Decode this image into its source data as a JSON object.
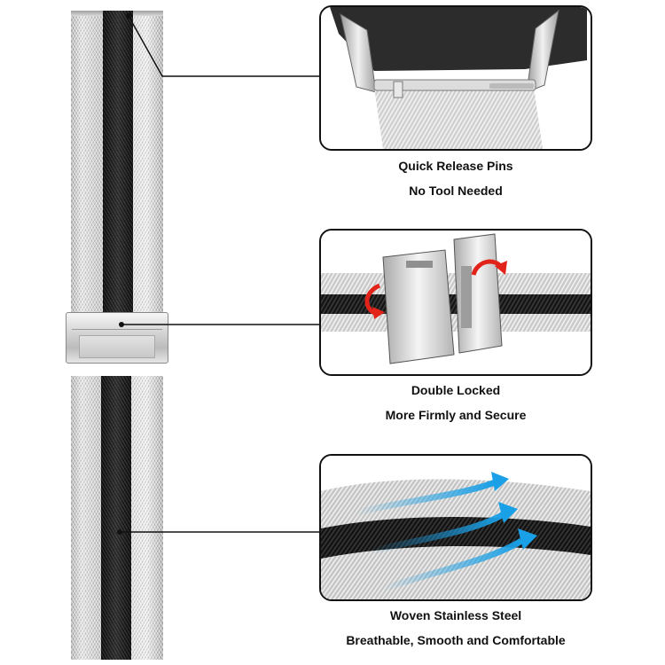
{
  "callouts": [
    {
      "line1": "Quick Release Pins",
      "line2": "No Tool Needed"
    },
    {
      "line1": "Double Locked",
      "line2": "More Firmly and Secure"
    },
    {
      "line1": "Woven Stainless Steel",
      "line2": "Breathable, Smooth and Comfortable"
    }
  ],
  "colors": {
    "mesh_silver": "#d6d6d6",
    "mesh_black": "#1a1a1a",
    "arrow_red": "#e2231a",
    "arrow_blue": "#1aa0e6",
    "outline": "#111111"
  },
  "icons": [
    "red-curved-arrow-icon",
    "blue-flow-arrow-icon"
  ]
}
